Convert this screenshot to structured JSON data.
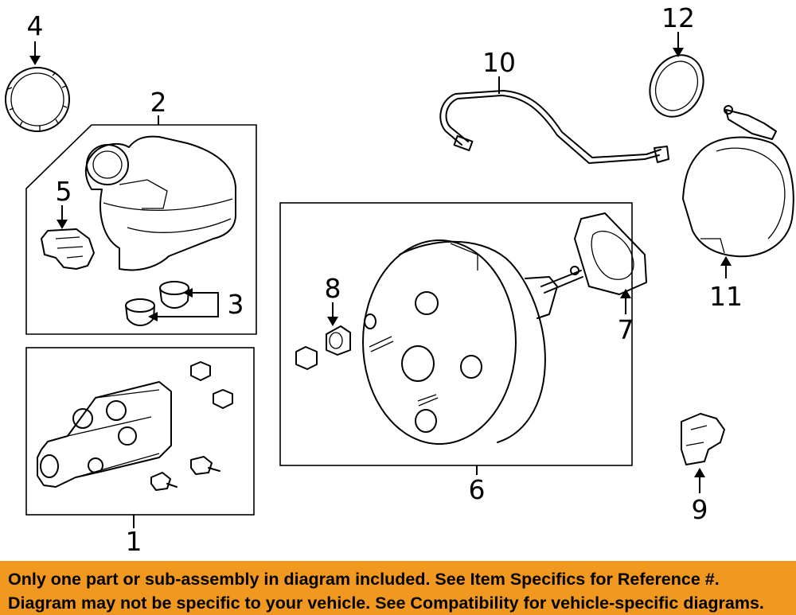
{
  "diagram": {
    "callouts": [
      "1",
      "2",
      "3",
      "4",
      "5",
      "6",
      "7",
      "8",
      "9",
      "10",
      "11",
      "12"
    ]
  },
  "notice": {
    "line1": "Only one part or sub-assembly in diagram included. See Item Specifics for Reference #.",
    "line2": "Diagram may not be specific to your vehicle. See Compatibility for vehicle-specific diagrams."
  }
}
